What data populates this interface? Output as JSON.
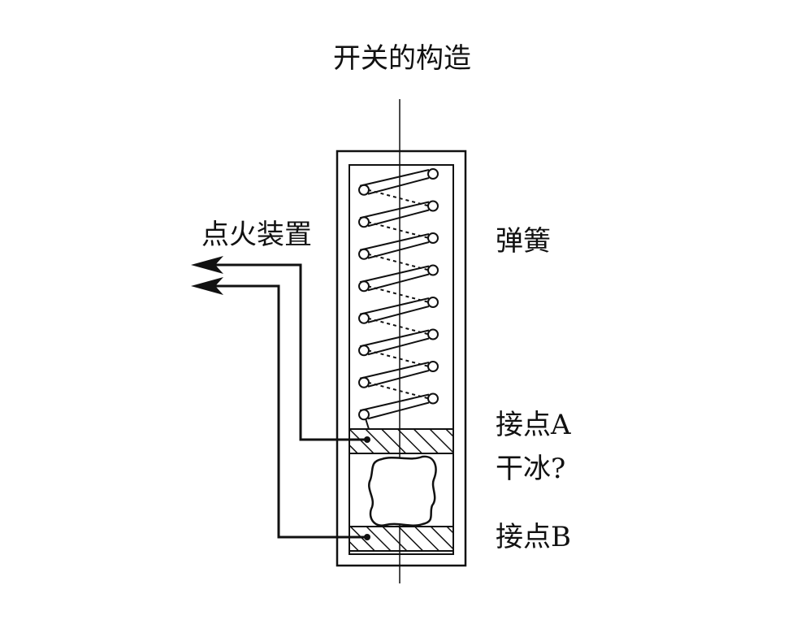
{
  "title": "开关的构造",
  "labels": {
    "igniter": "点火装置",
    "spring": "弹簧",
    "contact_a": "接点A",
    "dry_ice": "干冰?",
    "contact_b": "接点B"
  },
  "colors": {
    "line": "#111111",
    "background": "#ffffff"
  }
}
